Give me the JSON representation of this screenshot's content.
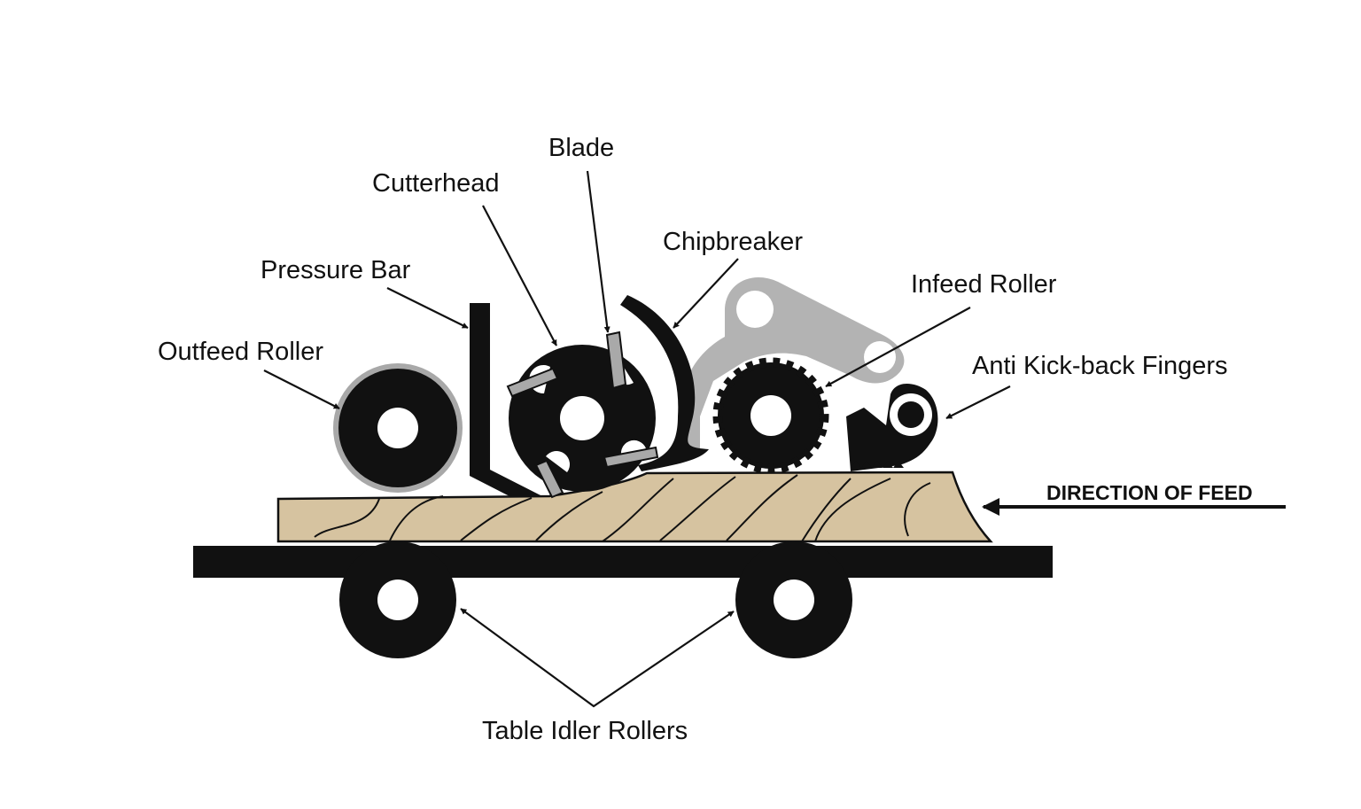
{
  "labels": {
    "blade": "Blade",
    "cutterhead": "Cutterhead",
    "chipbreaker": "Chipbreaker",
    "pressure_bar": "Pressure Bar",
    "infeed_roller": "Infeed Roller",
    "outfeed_roller": "Outfeed Roller",
    "anti_kickback": "Anti Kick-back Fingers",
    "direction": "DIRECTION OF FEED",
    "table_idler": "Table Idler Rollers"
  },
  "colors": {
    "ink": "#111111",
    "wood": "#d6c3a0",
    "grey_part": "#b3b3b3",
    "blade_grey": "#a9a9a9",
    "background": "#ffffff"
  }
}
